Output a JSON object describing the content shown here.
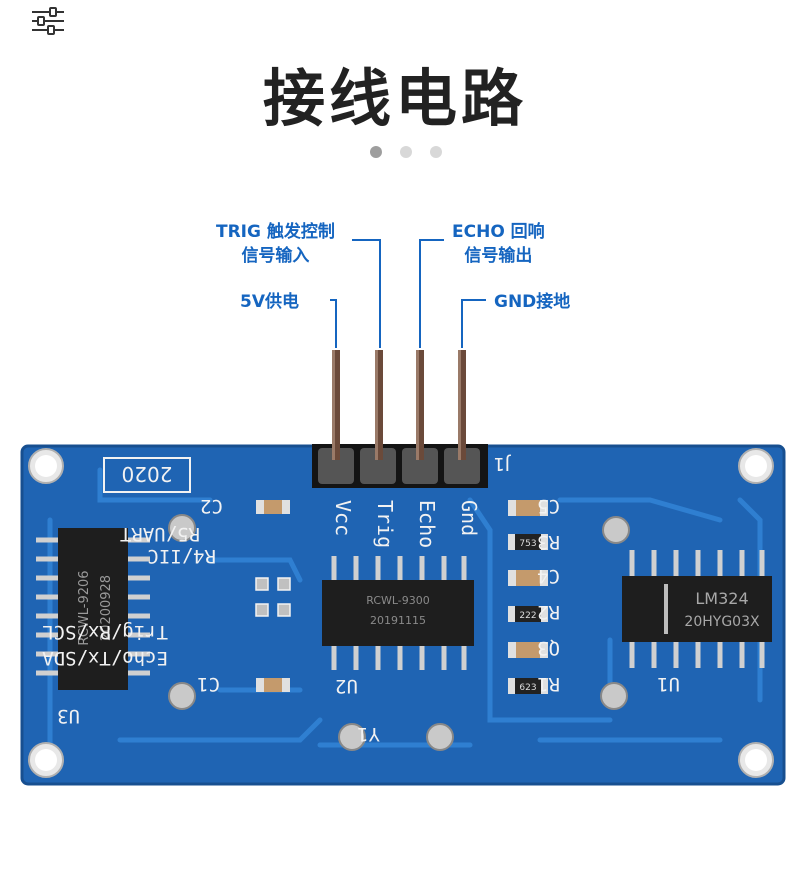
{
  "title": "接线电路",
  "carousel": {
    "dots": 3,
    "active": 0
  },
  "labels": {
    "trig_line1": "TRIG 触发控制",
    "trig_line2": "信号输入",
    "echo_line1": "ECHO 回响",
    "echo_line2": "信号输出",
    "vcc": "5V供电",
    "gnd": "GND接地"
  },
  "board": {
    "year": "2020",
    "header": "J1",
    "pins": [
      "Vcc",
      "Trig",
      "Echo",
      "Gnd"
    ],
    "chip_u3_line1": "RCWL-9206",
    "chip_u3_line2": "20200928",
    "chip_u2_line1": "RCWL-9300",
    "chip_u2_line2": "20191115",
    "chip_u1_line1": "LM324",
    "chip_u1_line2": "20HYG03X",
    "silk": {
      "c2": "C2",
      "r5": "R5/UART",
      "r4": "R4/IIC",
      "trig_rx": "Trig/Rx/SCL",
      "echo_tx": "Echo/Tx/SDA",
      "c1": "C1",
      "u3": "U3",
      "u2": "U2",
      "y1": "Y1",
      "u1": "U1",
      "c5": "C5",
      "r3": "R3",
      "c4": "C4",
      "r2": "R2",
      "q3": "Q3",
      "r1": "R1"
    },
    "resistor_codes": {
      "r3": "753",
      "r2": "222",
      "r1": "623"
    }
  },
  "colors": {
    "accent": "#1565c0",
    "pcb": "#1f64b3",
    "pcb_trace": "#2f7fd1",
    "silkscreen": "#f2f2f2",
    "chip": "#1e1e1e",
    "dot_active": "#9e9e9e",
    "dot_inactive": "#d8d8d8"
  }
}
